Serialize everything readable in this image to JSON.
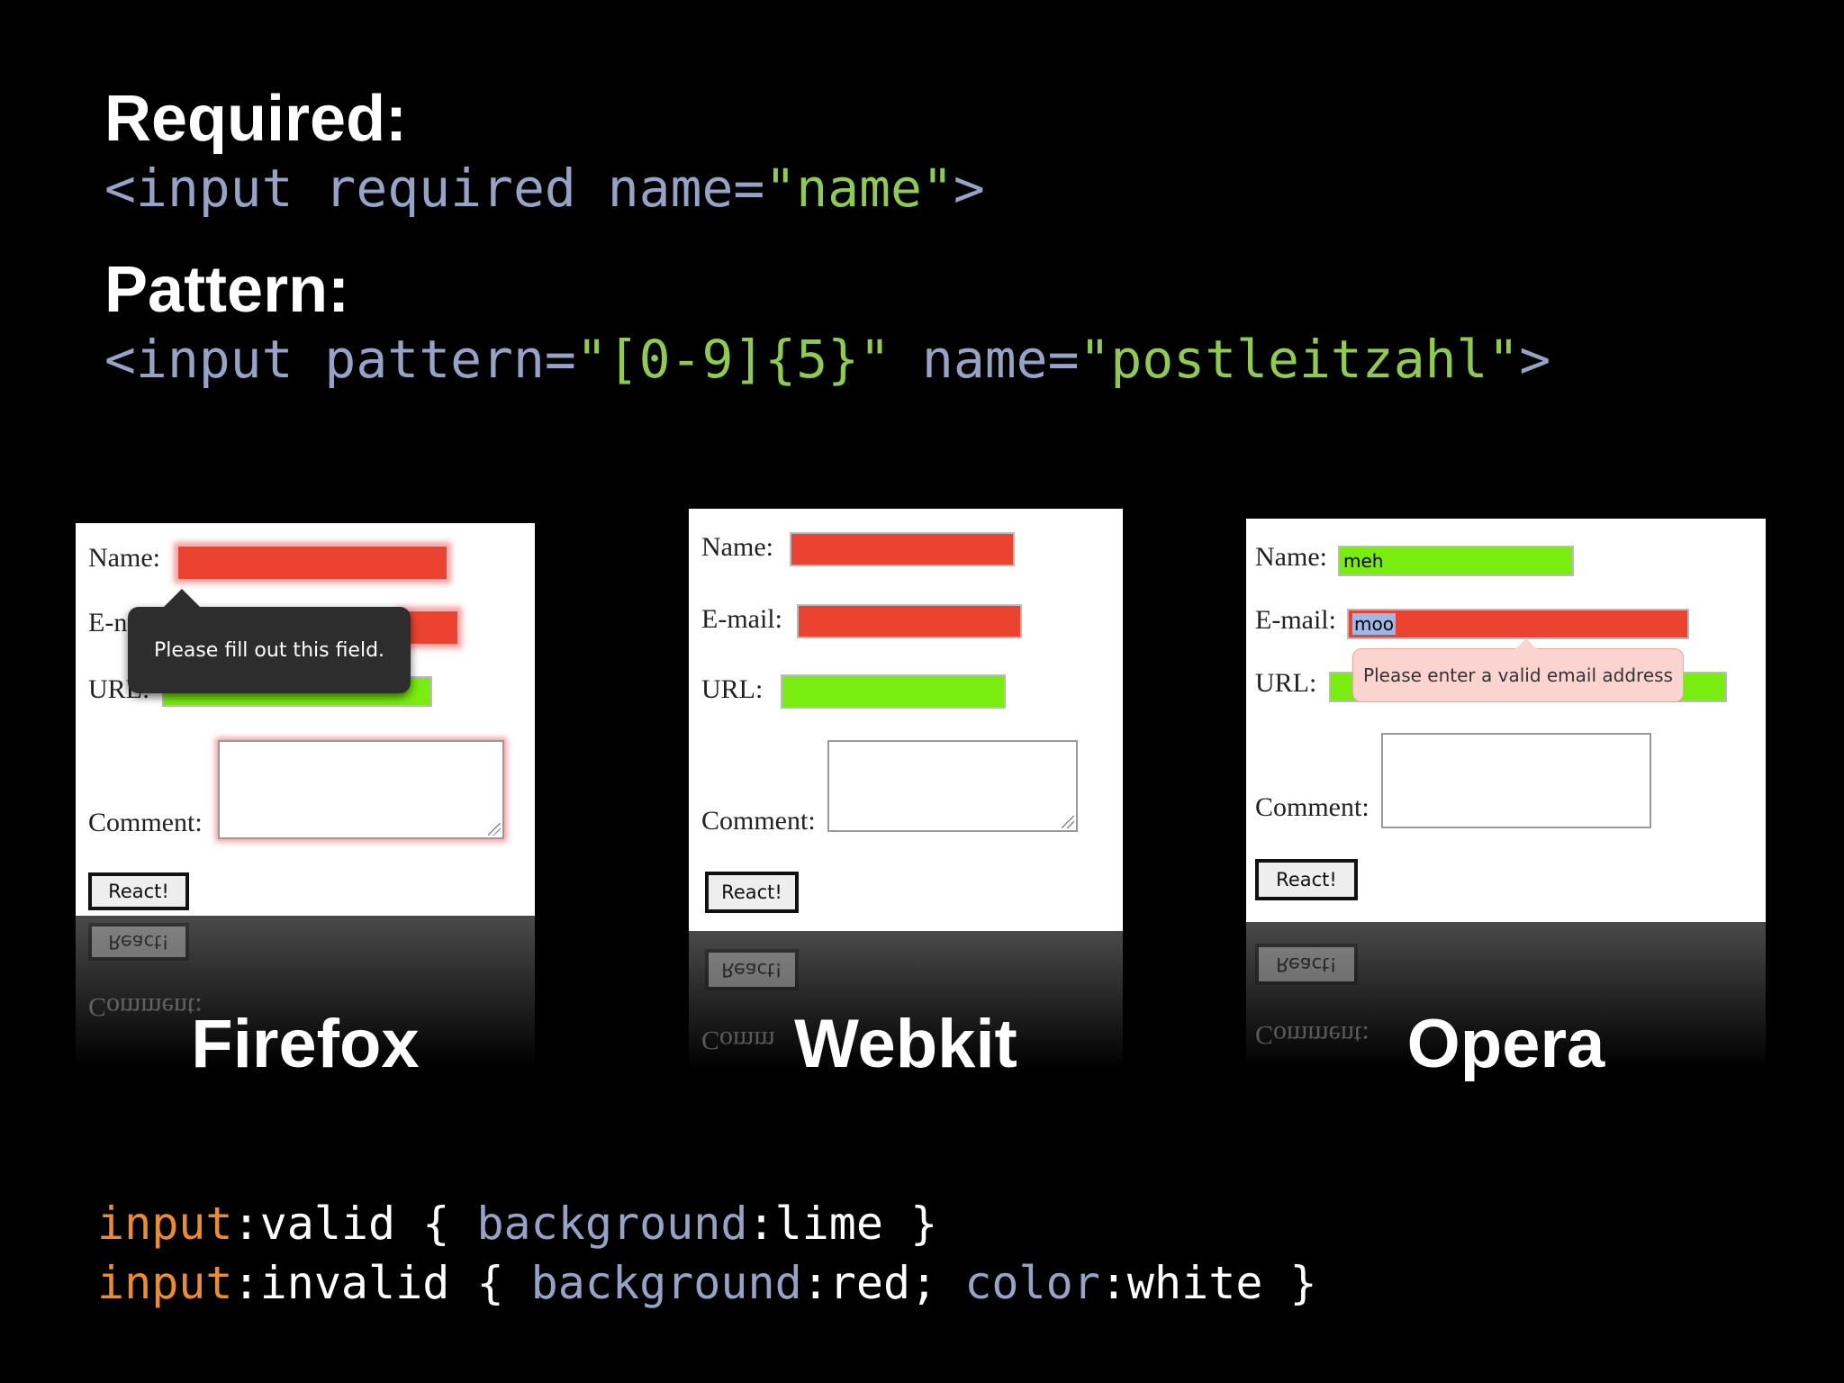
{
  "headings": {
    "required": "Required:",
    "pattern": "Pattern:"
  },
  "code": {
    "required": {
      "plain": "<input required name=",
      "str": "\"name\"",
      "end": ">"
    },
    "pattern": {
      "plain1": "<input pattern=",
      "str1": "\"[0-9]{5}\"",
      "plain2": " name=",
      "str2": "\"postleitzahl\"",
      "end": ">"
    }
  },
  "form": {
    "name_label": "Name:",
    "email_label": "E-mail:",
    "url_label": "URL:",
    "comment_label": "Comment:",
    "submit_label": "React!",
    "reflected_submit": "React!",
    "reflected_comment": "Comment:"
  },
  "firefox": {
    "browser": "Firefox",
    "email_label_partial": "E-n",
    "url_label_partial": "URL:",
    "tooltip": "Please fill out this field."
  },
  "webkit": {
    "browser": "Webkit",
    "reflected_comment": "Comm"
  },
  "opera": {
    "browser": "Opera",
    "name_value": "meh",
    "email_value": "moo",
    "tooltip": "Please enter a valid email address"
  },
  "css_rules": {
    "line1": {
      "tag": "input",
      "sel": ":valid { ",
      "prop": "background",
      "rest": ":lime }"
    },
    "line2": {
      "tag": "input",
      "sel": ":invalid { ",
      "prop1": "background",
      "mid": ":red; ",
      "prop2": "color",
      "rest": ":white }"
    }
  },
  "colors": {
    "invalid": "#ec4330",
    "valid": "#79ed10",
    "string": "#8fcb4f",
    "code": "#97a3c6",
    "selector": "#f08a2a"
  }
}
